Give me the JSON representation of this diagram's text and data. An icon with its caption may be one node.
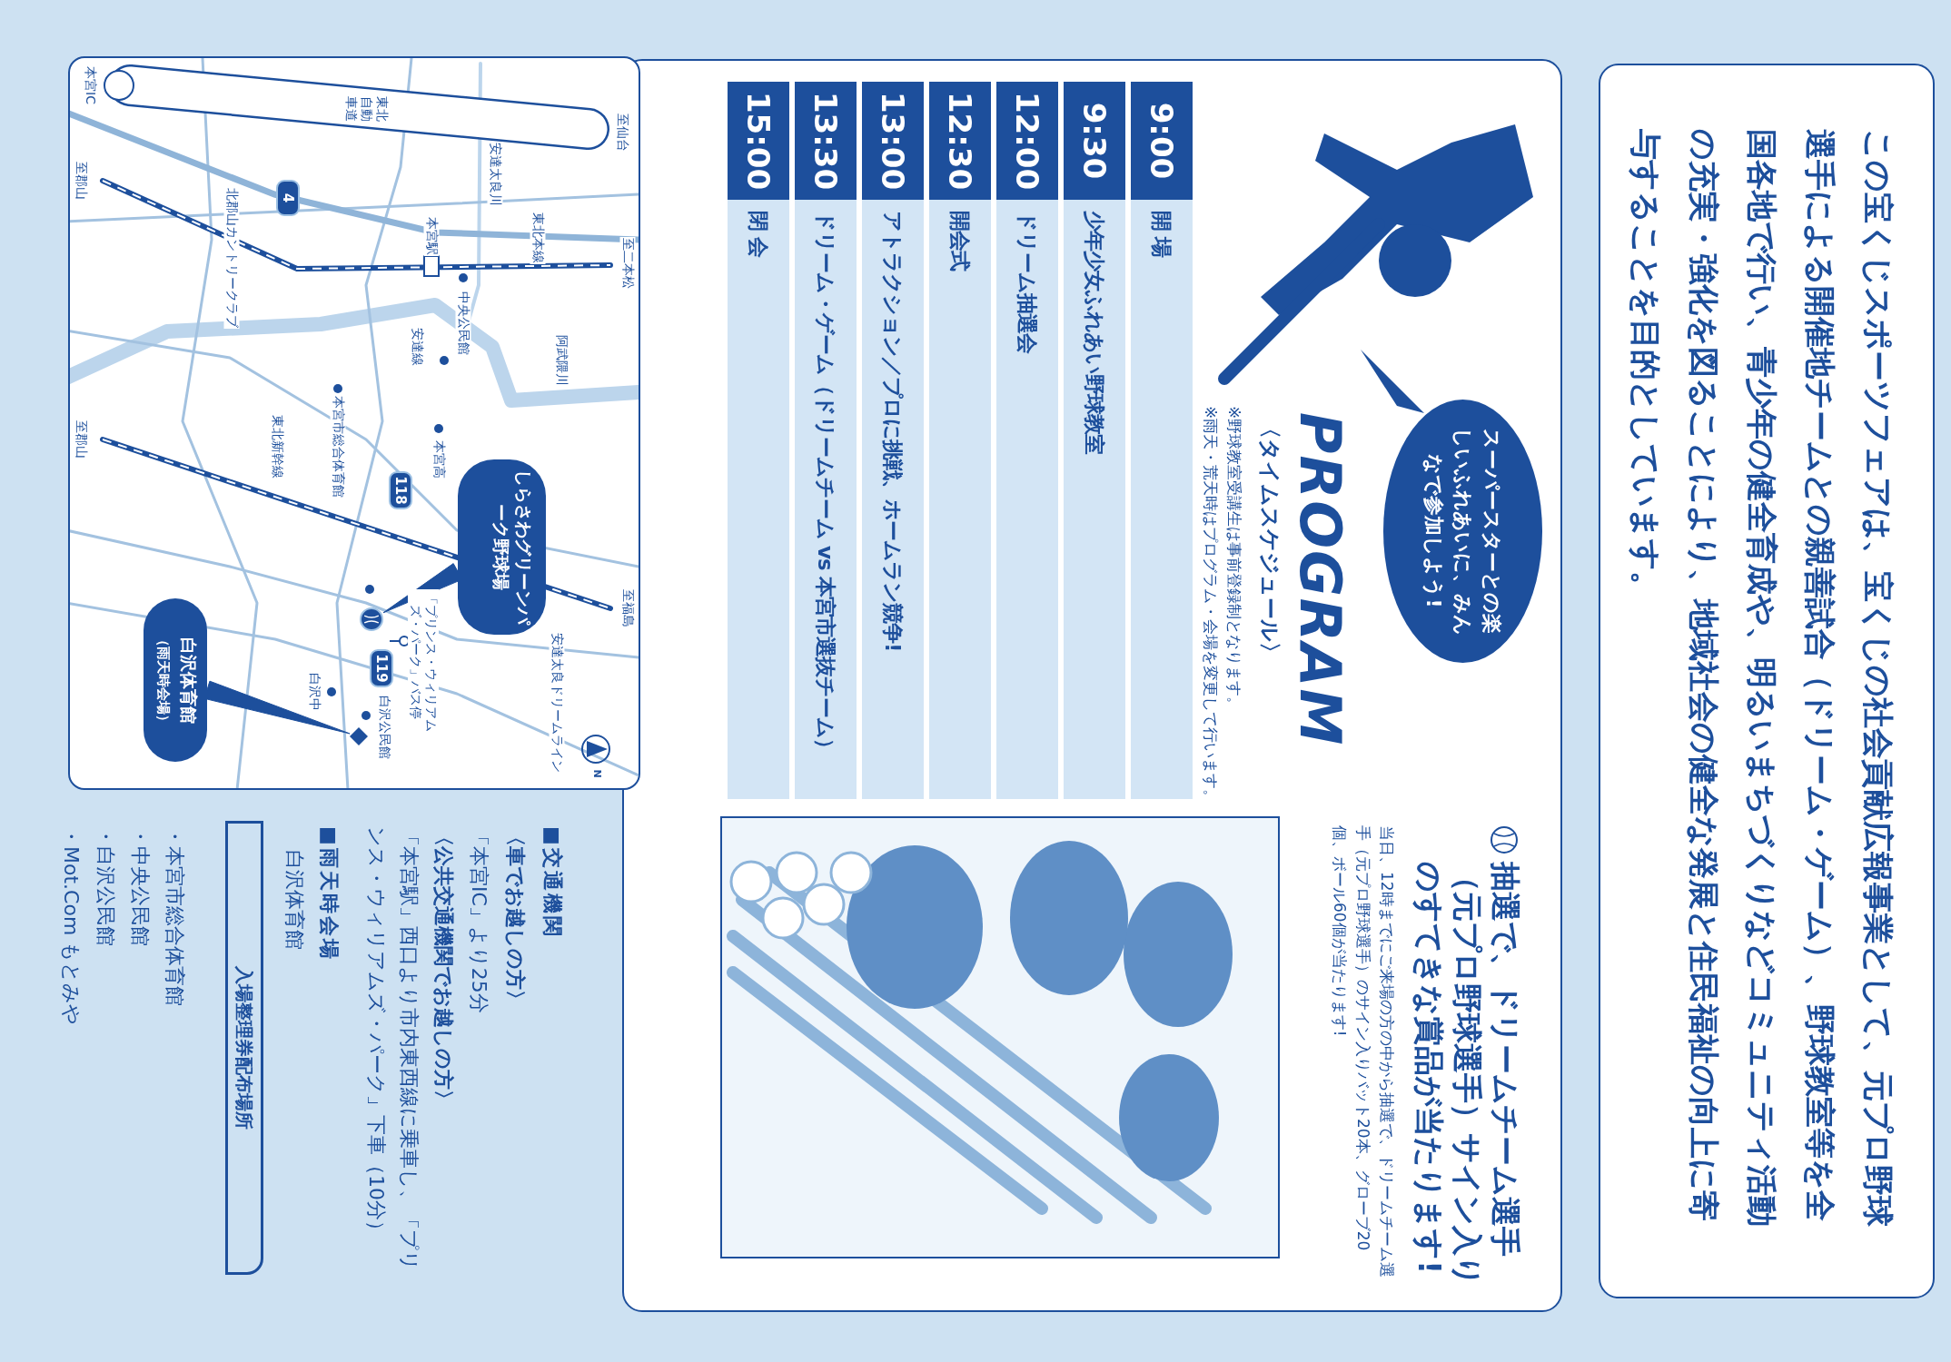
{
  "diagram": {
    "nodes": [
      {
        "text": [
          "この宝くじスポーツフェアは、宝くじの社会貢献広報事業として、元プロ野球選手による開催地チームとの親善試合（ドリーム・ゲーム）、野球教室等を全国各地で行い、青少年の健全育成や、明るいまちづくりなどコミュニティ活動の充実・強化を図ることにより、地域社会の健全な発展と住民福祉の向上に寄与することを目的としています。"
        ]
      },
      {
        "text": [
          "PROGRAM",
          "〈タイムスケジュール〉",
          "※野球教室受講生は事前登録制となります。",
          "※雨天・荒天時はプログラム・会場を変更して行います。",
          "抽選で、ドリームチーム選手（元プロ野球選手）サイン入りのすてきな賞品が当たります!",
          "当日、12時までにご来場の方の中から抽選で、ドリームチーム選手（元プロ野球選手）のサイン入りバット20本、グローブ20個、ボール60個が当たります!"
        ]
      },
      {
        "text": [
          "スーパースターとの楽しいふれあいに、みんなで参加しよう!"
        ],
        "in": 1
      },
      {
        "text": [
          "9:00",
          "開 場"
        ],
        "in": 1
      },
      {
        "text": [
          "9:30",
          "少年少女ふれあい野球教室"
        ],
        "in": 1
      },
      {
        "text": [
          "12:00",
          "ドリーム抽選会"
        ],
        "in": 1
      },
      {
        "text": [
          "12:30",
          "開会式"
        ],
        "in": 1
      },
      {
        "text": [
          "13:00",
          "アトラクション／プロに挑戦、ホームラン競争!"
        ],
        "in": 1
      },
      {
        "text": [
          "13:30",
          "ドリーム・ゲーム（ドリームチーム vs 本宮市選抜チーム）"
        ],
        "in": 1
      },
      {
        "text": [
          "15:00",
          "閉 会"
        ],
        "in": 1
      },
      {
        "text": [],
        "shape": "box"
      },
      {
        "text": [
          "4"
        ],
        "in": 10
      },
      {
        "text": [
          "118"
        ],
        "in": 10
      },
      {
        "text": [
          "119"
        ],
        "in": 10
      },
      {
        "text": [
          "しらさわグリーンパーク野球場"
        ],
        "in": 10
      },
      {
        "text": [],
        "shape": "circle",
        "in": 10
      },
      {
        "text": [
          "白沢体育館",
          "（雨天時会場）"
        ],
        "in": 10
      },
      {
        "text": [],
        "shape": "diamond",
        "in": 10
      },
      {
        "text": [
          "入場整理券配布場所"
        ]
      }
    ],
    "edges": [
      {
        "from": 14,
        "to": 15,
        "arrow": "none"
      },
      {
        "from": 16,
        "to": 17,
        "arrow": "none"
      }
    ],
    "labels": [
      "至仙台",
      "東北自動車道",
      "本宮IC",
      "安達太良川",
      "至郡山",
      "本宮駅",
      "東北本線",
      "至二本松",
      "中央公民館",
      "安達線",
      "阿武隈川",
      "北郡山カントリークラブ",
      "本宮市総合体育館",
      "本宮高",
      "至郡山",
      "東北新幹線",
      "至福島",
      "「プリンス・ウィリアムズ・パーク」バス停",
      "白沢中",
      "白沢公民館",
      "安達太良ドリームライン",
      "N",
      "■交通機関",
      "〈車でお越しの方〉",
      "「本宮IC」より25分",
      "〈公共交通機関でお越しの方〉",
      "「本宮駅」西口より市内東西線に乗車し、「プリンス・ウィリアムズ・パーク」下車（10分）",
      "■雨天時会場",
      "白沢体育館",
      "・本宮市総合体育館",
      "・中央公民館",
      "・白沢公民館",
      "・Mot.Com もとみや"
    ]
  }
}
